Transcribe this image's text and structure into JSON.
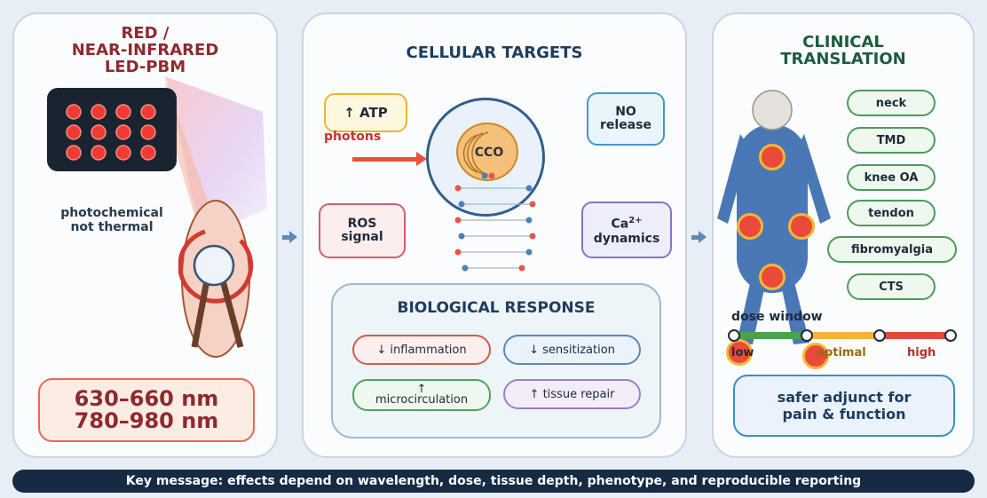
{
  "colors": {
    "background": "#e7eef5",
    "panel_border": "#c9d6e2",
    "title_red": "#8e2a2f",
    "title_navy": "#1d3c5f",
    "accent_red": "#e6483b",
    "arrow_blue": "#5b8ab4"
  },
  "left_panel": {
    "title": "RED /\nNEAR-INFRARED\nLED-PBM",
    "caption": "photochemical\nnot thermal",
    "wavelength_1": "630–660 nm",
    "wavelength_2": "780–980 nm"
  },
  "middle_panel": {
    "title": "CELLULAR TARGETS",
    "atp": "↑ ATP",
    "photons": "photons",
    "cco": "CCO",
    "no_release": "NO\nrelease",
    "ros_signal": "ROS\nsignal",
    "ca_prefix": "Ca",
    "ca_sup": "2+",
    "ca_suffix": "dynamics",
    "response_title": "BIOLOGICAL RESPONSE",
    "responses": [
      "↓ inflammation",
      "↓ sensitization",
      "↑\nmicrocirculation",
      "↑ tissue repair"
    ]
  },
  "right_panel": {
    "title": "CLINICAL\nTRANSLATION",
    "conditions": [
      "neck",
      "TMD",
      "knee OA",
      "tendon",
      "fibromyalgia",
      "CTS"
    ],
    "dose_window_label": "dose window",
    "dose_levels": [
      "low",
      "optimal",
      "high"
    ],
    "summary": "safer adjunct for\npain & function"
  },
  "footer": {
    "message": "Key message: effects depend on wavelength, dose, tissue depth, phenotype, and reproducible reporting"
  }
}
